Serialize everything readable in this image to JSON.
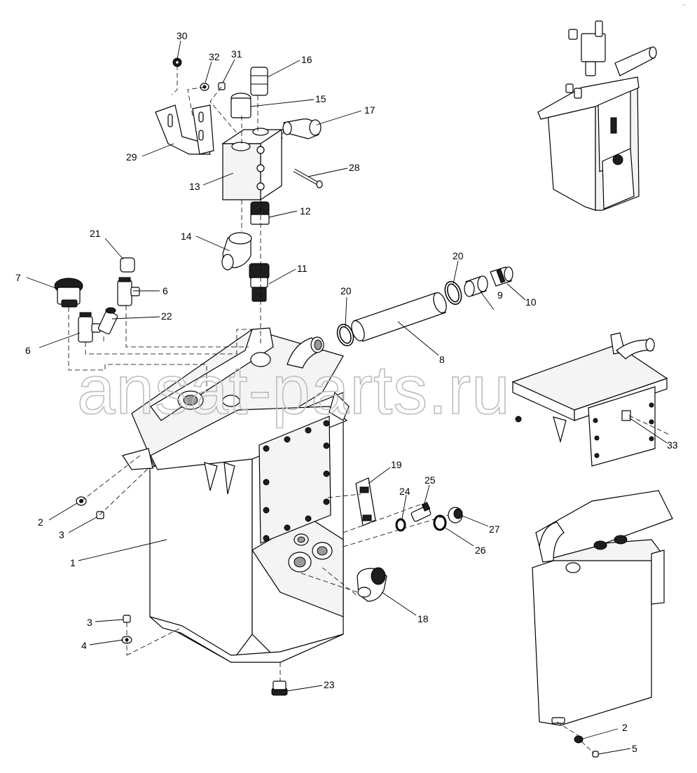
{
  "watermark": "ansat-parts.ru",
  "corner_mark": "⌐",
  "callouts": [
    "30",
    "32",
    "31",
    "16",
    "15",
    "17",
    "29",
    "13",
    "28",
    "12",
    "14",
    "21",
    "11",
    "7",
    "6",
    "22",
    "6",
    "20",
    "20",
    "10",
    "9",
    "8",
    "33",
    "19",
    "25",
    "24",
    "27",
    "2",
    "3",
    "26",
    "1",
    "18",
    "3",
    "4",
    "23",
    "2",
    "5"
  ]
}
